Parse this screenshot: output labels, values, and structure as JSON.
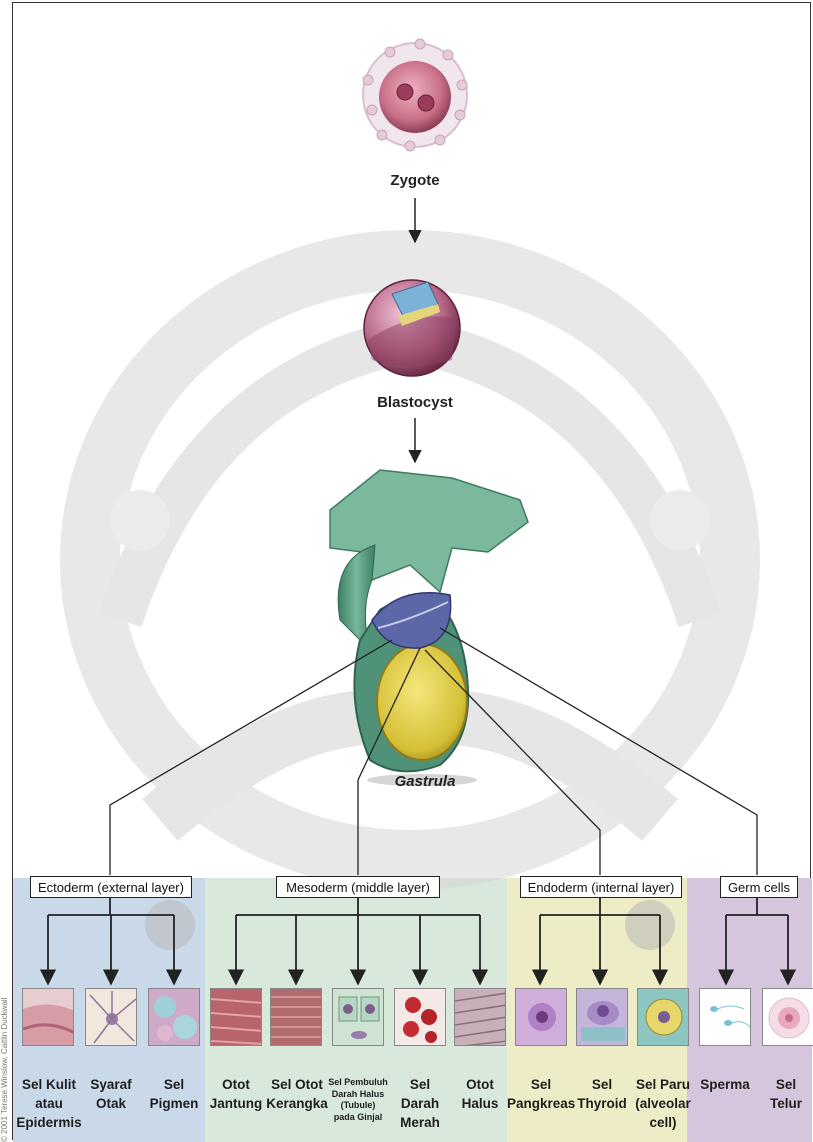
{
  "stages": {
    "zygote": "Zygote",
    "blastocyst": "Blastocyst",
    "gastrula": "Gastrula"
  },
  "layers": {
    "ectoderm": "Ectoderm (external layer)",
    "mesoderm": "Mesoderm (middle layer)",
    "endoderm": "Endoderm (internal layer)",
    "germ": "Germ cells"
  },
  "cells": [
    {
      "label": "Sel Kulit\natau\nEpidermis",
      "layer": "ectoderm"
    },
    {
      "label": "Syaraf\nOtak",
      "layer": "ectoderm"
    },
    {
      "label": "Sel\nPigmen",
      "layer": "ectoderm"
    },
    {
      "label": "Otot\nJantung",
      "layer": "mesoderm"
    },
    {
      "label": "Sel Otot\nKerangka",
      "layer": "mesoderm"
    },
    {
      "label": "Sel Pembuluh\nDarah Halus\n(Tubule)\npada Ginjal",
      "layer": "mesoderm"
    },
    {
      "label": "Sel\nDarah\nMerah",
      "layer": "mesoderm"
    },
    {
      "label": "Otot\nHalus",
      "layer": "mesoderm"
    },
    {
      "label": "Sel\nPangkreas",
      "layer": "endoderm"
    },
    {
      "label": "Sel\nThyroid",
      "layer": "endoderm"
    },
    {
      "label": "Sel Paru\n(alveolar\ncell)",
      "layer": "endoderm"
    },
    {
      "label": "Sperma",
      "layer": "germ"
    },
    {
      "label": "Sel\nTelur",
      "layer": "germ"
    }
  ],
  "credit": "© 2001 Terese Winslow, Caitlin Duckwall",
  "colors": {
    "ectoderm_band": "#c9d9ea",
    "mesoderm_band": "#d8e8da",
    "endoderm_band": "#eeecc6",
    "germ_band": "#d6c6dd",
    "embryo_green": "#6fae95",
    "yolk_yellow": "#e4d34a",
    "zygote_pink": "#c86f86",
    "watermark_gray": "#cfcfcf"
  }
}
